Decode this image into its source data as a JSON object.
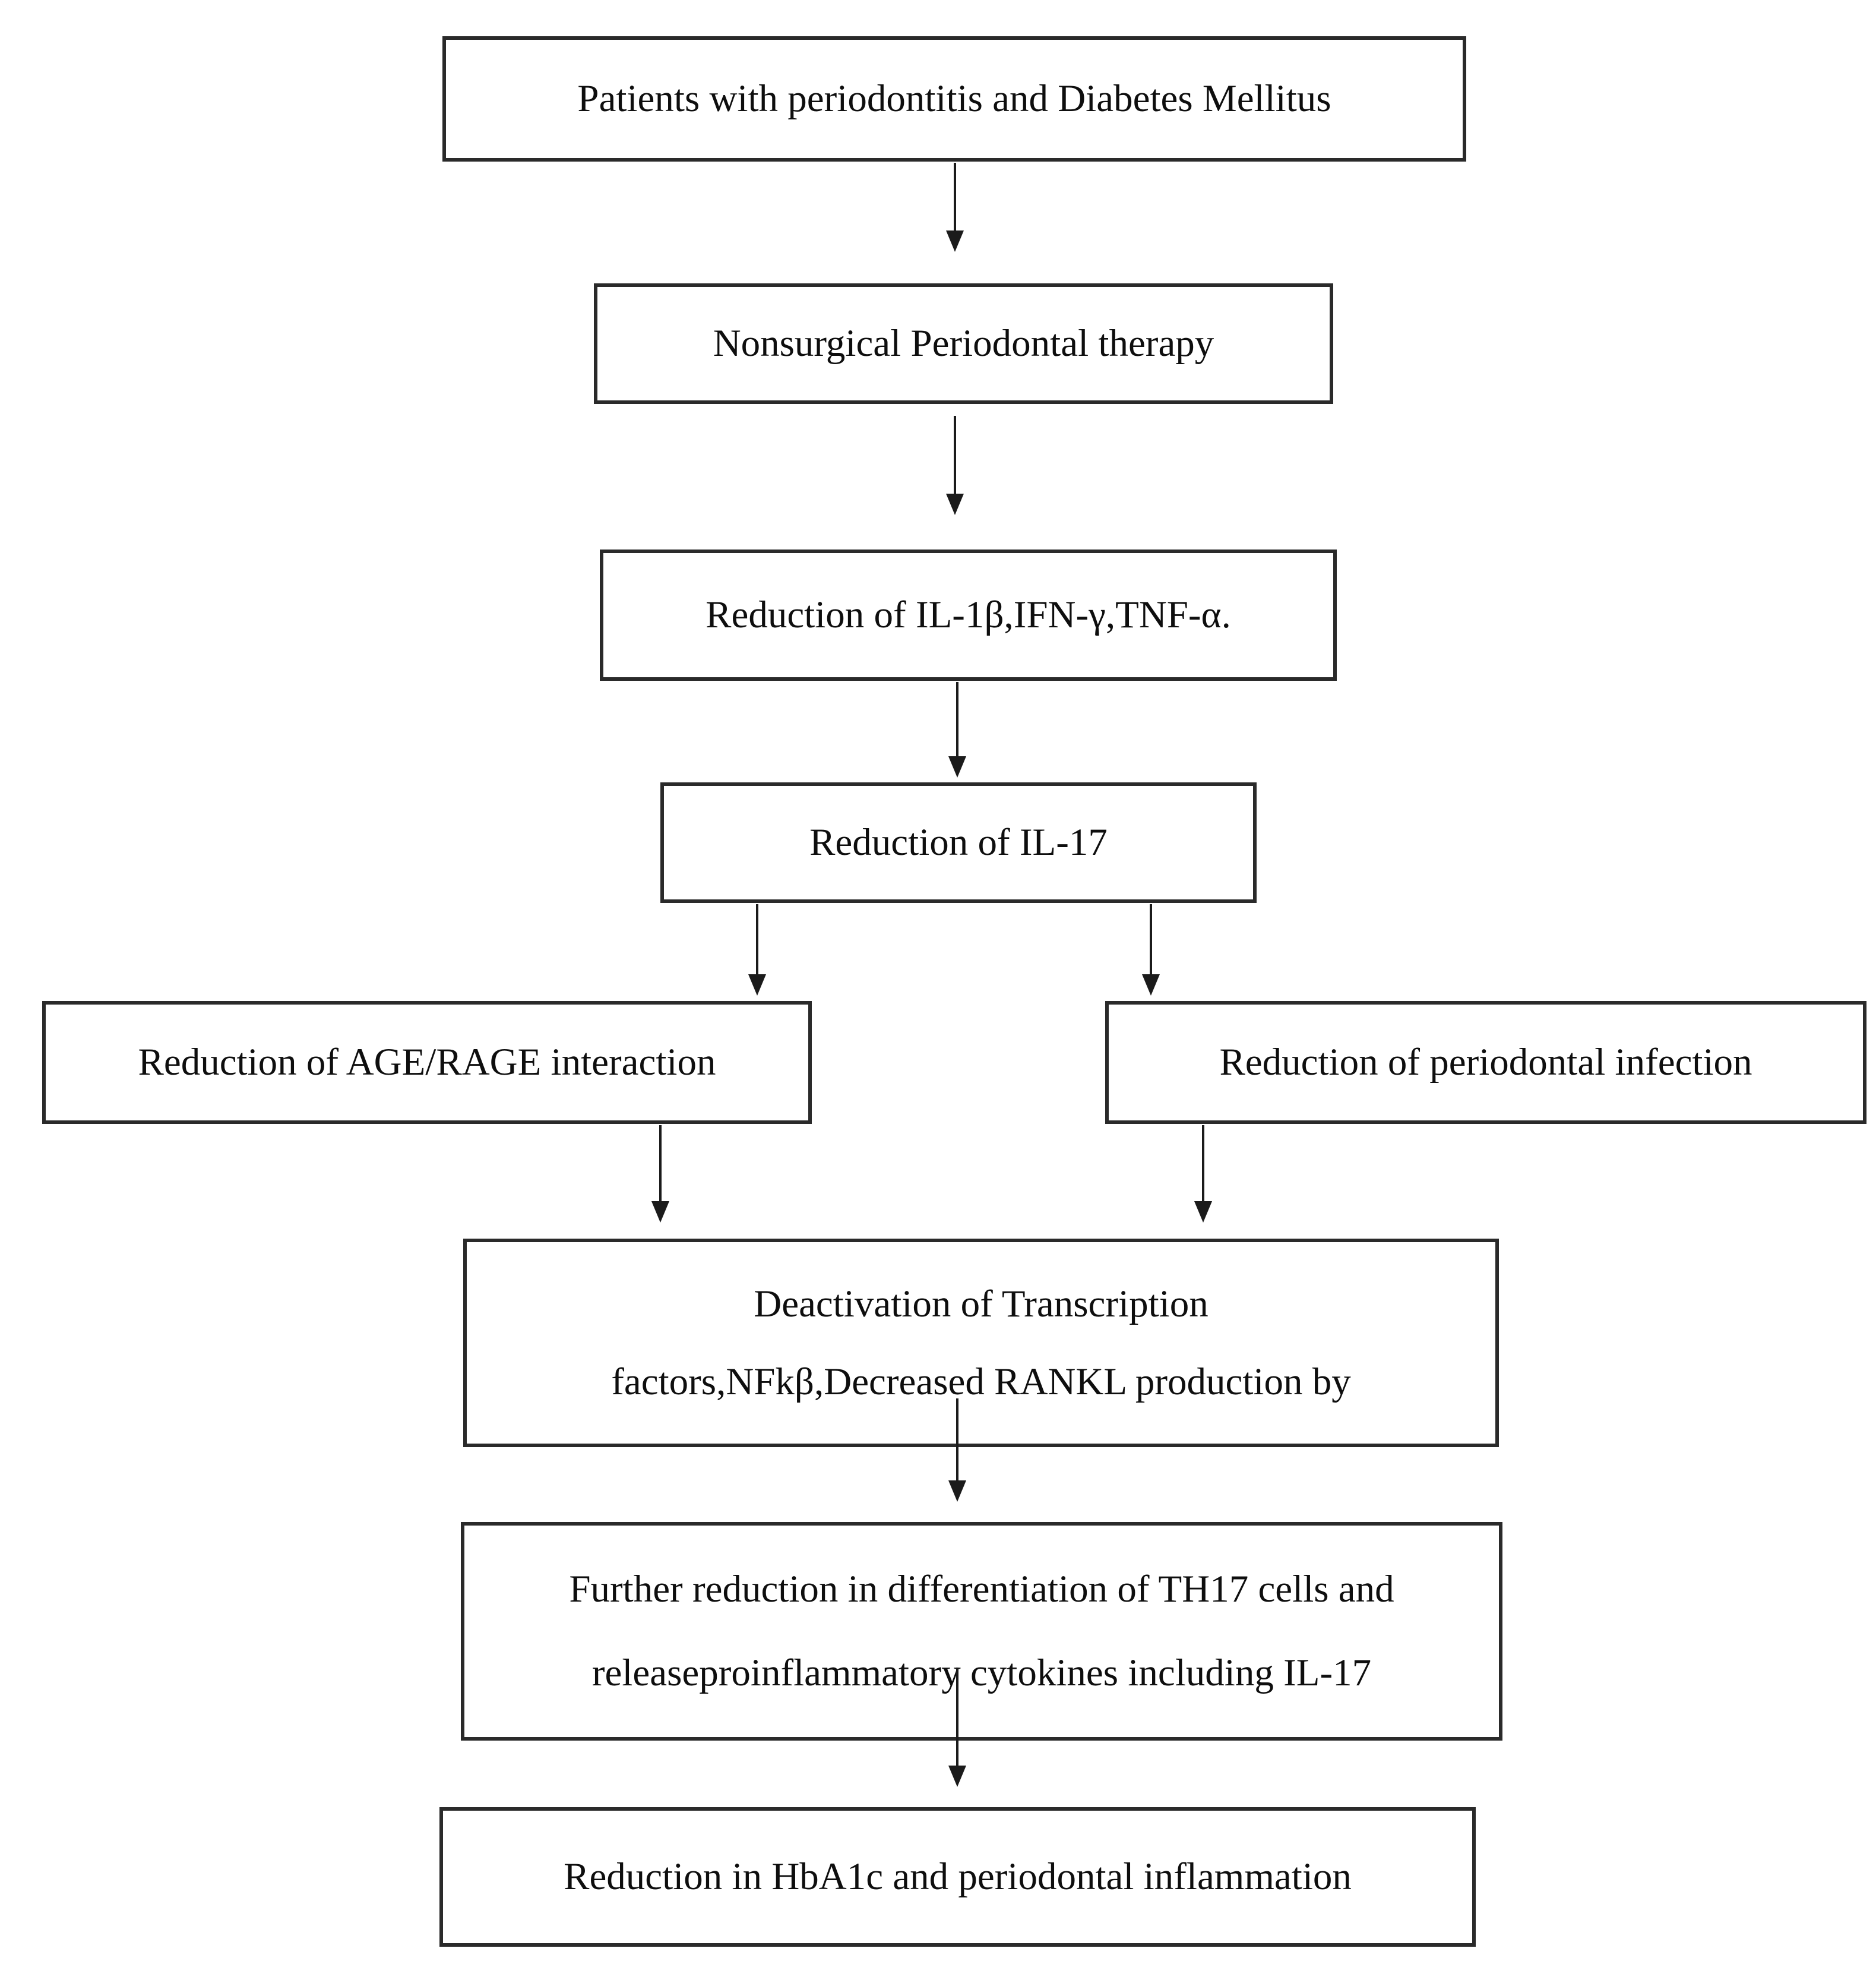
{
  "figure": {
    "type": "flowchart",
    "background": "#ffffff",
    "box_border_color": "#2a2a2a",
    "text_color": "#0e0e0e",
    "arrow_color": "#1b1b1b",
    "nodes": {
      "patients": {
        "label": "Patients with periodontitis and Diabetes Mellitus"
      },
      "therapy": {
        "label": "Nonsurgical Periodontal therapy"
      },
      "cytokines": {
        "label": "Reduction of IL-1β,IFN-γ,TNF-α."
      },
      "il17": {
        "label": "Reduction of IL-17"
      },
      "agerage": {
        "label": "Reduction of AGE/RAGE interaction"
      },
      "perioinf": {
        "label": "Reduction of periodontal infection"
      },
      "deact": {
        "line1": "Deactivation of Transcription",
        "line2": "factors,NFkβ,Decreased RANKL production by"
      },
      "th17": {
        "line1": "Further reduction in differentiation of TH17 cells and",
        "line2": "releaseproinflammatory cytokines including IL-17"
      },
      "hba1c": {
        "label": "Reduction in HbA1c and periodontal inflammation"
      }
    },
    "edges": [
      {
        "from": "patients",
        "to": "therapy"
      },
      {
        "from": "therapy",
        "to": "cytokines"
      },
      {
        "from": "cytokines",
        "to": "il17"
      },
      {
        "from": "il17",
        "to": "agerage"
      },
      {
        "from": "il17",
        "to": "perioinf"
      },
      {
        "from": "agerage",
        "to": "deact"
      },
      {
        "from": "perioinf",
        "to": "deact"
      },
      {
        "from": "deact",
        "to": "th17"
      },
      {
        "from": "th17",
        "to": "hba1c"
      }
    ]
  }
}
